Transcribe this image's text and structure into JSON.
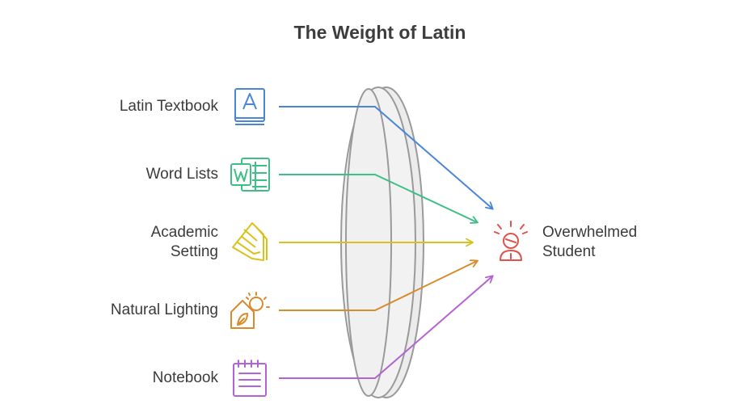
{
  "title": "The Weight of Latin",
  "inputs": [
    {
      "label": "Latin Textbook",
      "icon": "book-icon",
      "color": "#4a86d8"
    },
    {
      "label": "Word Lists",
      "icon": "word-document-icon",
      "color": "#3dbf86"
    },
    {
      "label_lines": [
        "Academic",
        "Setting"
      ],
      "icon": "papers-icon",
      "color": "#d9c21c"
    },
    {
      "label": "Natural Lighting",
      "icon": "sun-house-icon",
      "color": "#d98a2b"
    },
    {
      "label": "Notebook",
      "icon": "notebook-icon",
      "color": "#b363d6"
    }
  ],
  "output": {
    "label_lines": [
      "Overwhelmed",
      "Student"
    ],
    "icon": "stressed-person-icon",
    "color": "#e0524c"
  },
  "lens": {
    "icon": "lens-shape",
    "fill": "#f0f0f0",
    "stroke": "#9a9a9a"
  }
}
